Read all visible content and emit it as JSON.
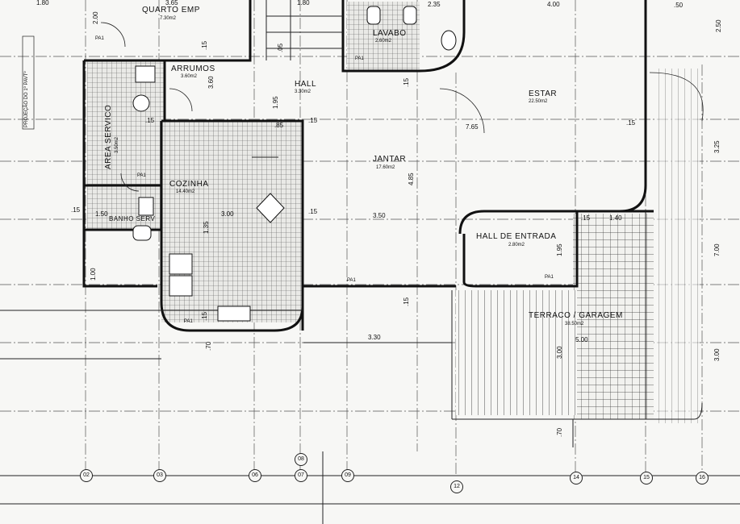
{
  "rooms": {
    "quarto_emp": {
      "name": "QUARTO EMP",
      "area": "7.30m2"
    },
    "lavabo": {
      "name": "LAVABO",
      "area": "2.60m2"
    },
    "arrumos": {
      "name": "ARRUMOS",
      "area": "3.60m2"
    },
    "hall": {
      "name": "HALL",
      "area": "3.30m2"
    },
    "estar": {
      "name": "ESTAR",
      "area": "22.50m2"
    },
    "area_servico": {
      "name": "AREA SERVICO",
      "area": "3.50m2"
    },
    "jantar": {
      "name": "JANTAR",
      "area": "17.60m2"
    },
    "cozinha": {
      "name": "COZINHA",
      "area": "14.40m2"
    },
    "banho_serv": {
      "name": "BANHO SERV",
      "area": ""
    },
    "hall_entrada": {
      "name": "HALL DE ENTRADA",
      "area": "2.80m2"
    },
    "terraco_garagem": {
      "name": "TERRACO / GARAGEM",
      "area": "38.50m2"
    }
  },
  "projection_note": "PROJEÇÃO DO 1º PAVTº",
  "dimensions": {
    "top_180": "1.80",
    "top_365": "3.65",
    "top_180b": "1.80",
    "top_235": "2.35",
    "top_400": "4.00",
    "top_50": ".50",
    "v_200": "2.00",
    "v_15a": ".15",
    "v_05": ".05",
    "v_195": "1.95",
    "v_360": "3.60",
    "h_15a": ".15",
    "h_15b": ".15",
    "h_765": "7.65",
    "h_15c": ".15",
    "h_85": ".85",
    "v_325": "3.25",
    "v_250": "2.50",
    "v_485": "4.85",
    "v_15b": ".15",
    "h_300": "3.00",
    "h_350": "3.50",
    "h_15d": ".15",
    "h_140": "1.40",
    "h_15e": ".15",
    "h_15f": ".15",
    "h_150": "1.50",
    "v_135": "1.35",
    "v_195b": "1.95",
    "v_700": "7.00",
    "h_330": "3.30",
    "v_15c": ".15",
    "v_70": ".70",
    "h_500": "5.00",
    "v_300": "3.00",
    "v_300b": "3.00",
    "v_70b": ".70",
    "v_15d": ".15",
    "v_100": "1.00"
  },
  "window_tags": [
    "PA1",
    "PA1",
    "PA1",
    "PA1",
    "PA1",
    "PA1"
  ],
  "grid_axes": [
    "02",
    "03",
    "06",
    "07",
    "08",
    "09",
    "12",
    "14",
    "15",
    "16"
  ]
}
